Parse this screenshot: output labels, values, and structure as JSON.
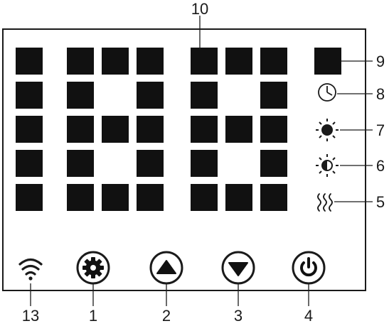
{
  "callouts": {
    "n1": "1",
    "n2": "2",
    "n3": "3",
    "n4": "4",
    "n5": "5",
    "n6": "6",
    "n7": "7",
    "n8": "8",
    "n9": "9",
    "n10": "10",
    "n13": "13"
  },
  "icons": {
    "wifi": "wifi-icon",
    "settings": "gear-icon",
    "up": "arrow-up-icon",
    "down": "arrow-down-icon",
    "power": "power-icon",
    "heat": "heat-wave-icon",
    "eco": "half-sun-icon",
    "comfort": "sun-icon",
    "timer": "clock-icon"
  },
  "colors": {
    "ink": "#1a1a1a"
  }
}
